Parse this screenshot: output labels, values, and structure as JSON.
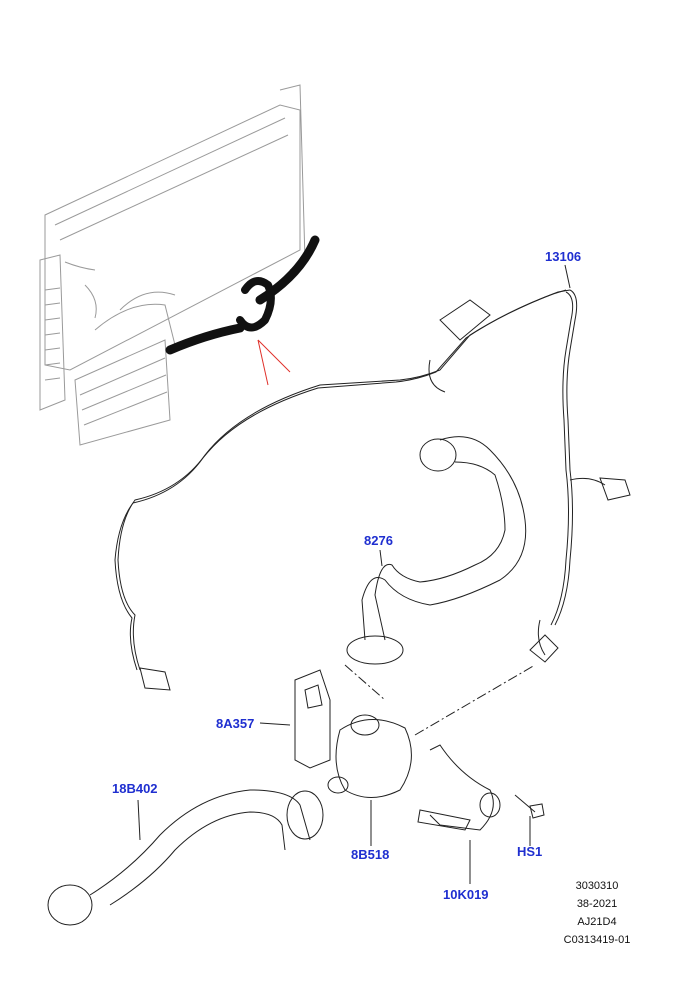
{
  "callouts": {
    "c13106": "13106",
    "c8276": "8276",
    "c8A357": "8A357",
    "c18B402": "18B402",
    "c8B518": "8B518",
    "cHS1": "HS1",
    "c10K019": "10K019"
  },
  "reference": {
    "line1": "3030310",
    "line2": "38-2021",
    "line3": "AJ21D4",
    "line4": "C0313419-01"
  },
  "colors": {
    "callout": "#1f2fd0",
    "leader_red": "#e0302a",
    "line": "#111111",
    "ghost": "#9a9a9a"
  }
}
